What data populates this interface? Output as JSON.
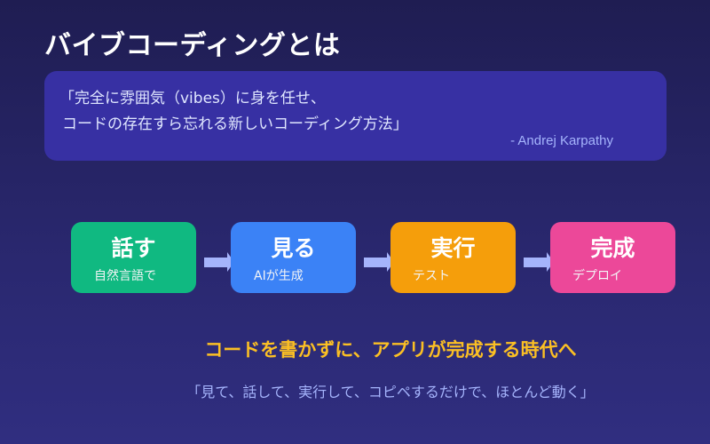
{
  "header": {
    "title": "バイブコーディングとは"
  },
  "quote": {
    "line1": "「完全に雰囲気（vibes）に身を任せ、",
    "line2": "コードの存在すら忘れる新しいコーディング方法」",
    "author": "- Andrej Karpathy"
  },
  "flow": {
    "steps": [
      {
        "title": "話す",
        "subtitle": "自然言語で",
        "color": "#10b981"
      },
      {
        "title": "見る",
        "subtitle": "AIが生成",
        "color": "#3b82f6"
      },
      {
        "title": "実行",
        "subtitle": "テスト",
        "color": "#f59e0b"
      },
      {
        "title": "完成",
        "subtitle": "デプロイ",
        "color": "#ec4899"
      }
    ],
    "arrow_icon": "arrow-right-icon",
    "arrow_color": "#a5b4fc"
  },
  "footer": {
    "tagline": "コードを書かずに、アプリが完成する時代へ",
    "subtagline": "「見て、話して、実行して、コピペするだけで、ほとんど動く」"
  },
  "colors": {
    "background_top": "#1f1d52",
    "background_bottom": "#302e80",
    "quote_box": "#3730a3",
    "tagline": "#fbbf24",
    "muted_text": "#a5b4fc"
  }
}
